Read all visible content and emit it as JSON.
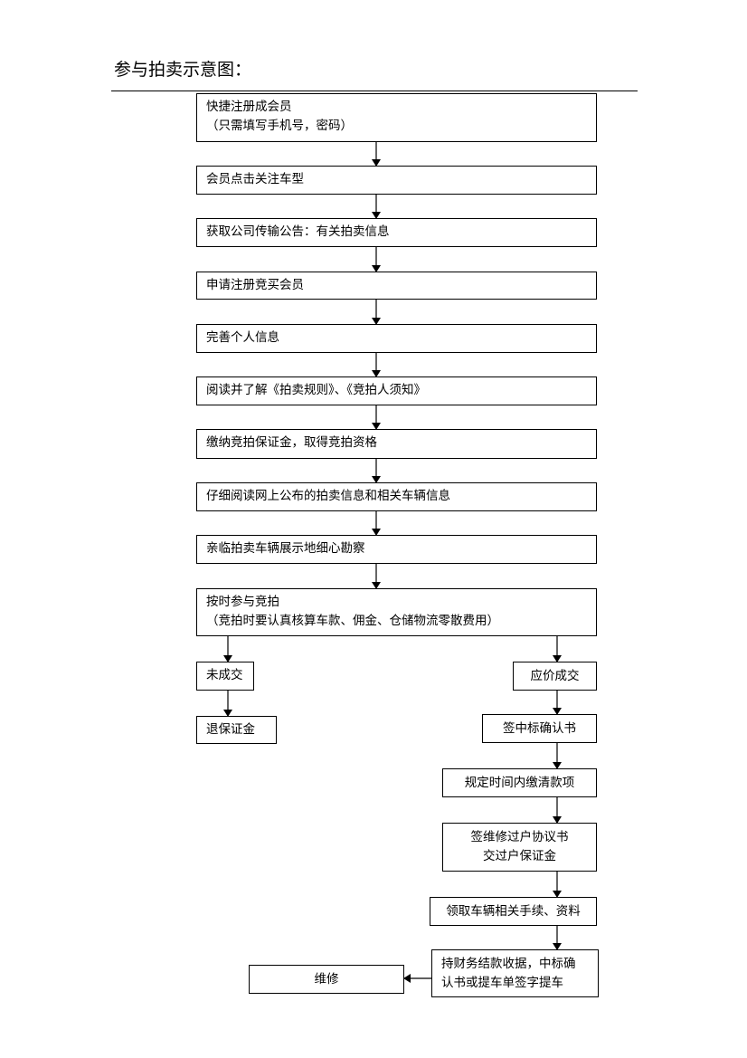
{
  "title": "参与拍卖示意图：",
  "steps": {
    "register": {
      "line1": "快捷注册成会员",
      "line2": "（只需填写手机号，密码）"
    },
    "follow": {
      "line1": "会员点击关注车型"
    },
    "notice": {
      "line1": "获取公司传输公告：有关拍卖信息"
    },
    "apply": {
      "line1": "申请注册竞买会员"
    },
    "profile": {
      "line1": "完善个人信息"
    },
    "rules": {
      "line1": "阅读并了解《拍卖规则》、《竞拍人须知》"
    },
    "deposit": {
      "line1": "缴纳竞拍保证金，取得竞拍资格"
    },
    "read_info": {
      "line1": "仔细阅读网上公布的拍卖信息和相关车辆信息"
    },
    "inspect": {
      "line1": "亲临拍卖车辆展示地细心勘察"
    },
    "bid": {
      "line1": "按时参与竞拍",
      "line2": "（竞拍时要认真核算车款、佣金、仓储物流零散费用）"
    },
    "no_deal": {
      "line1": "未成交"
    },
    "refund": {
      "line1": "退保证金"
    },
    "deal": {
      "line1": "应价成交"
    },
    "confirm": {
      "line1": "签中标确认书"
    },
    "pay": {
      "line1": "规定时间内缴清款项"
    },
    "transfer": {
      "line1": "签维修过户协议书",
      "line2": "交过户保证金"
    },
    "docs": {
      "line1": "领取车辆相关手续、资料"
    },
    "pickup": {
      "line1": "持财务结款收据，中标确",
      "line2": "认书或提车单签字提车"
    },
    "repair": {
      "line1": "维修"
    }
  }
}
